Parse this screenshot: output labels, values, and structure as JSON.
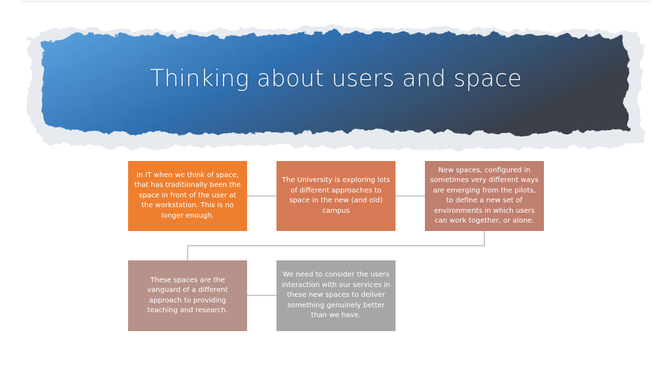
{
  "slide": {
    "title": "Thinking about users and space"
  },
  "colors": {
    "banner_gradient": [
      "#5ba3df",
      "#2f6fb0",
      "#3a3f4a"
    ],
    "box_1": "#ee7f2f",
    "box_2": "#d57a55",
    "box_3": "#c08070",
    "box_4": "#b7928a",
    "box_5": "#a6a6a6",
    "connector": "#9a9a9a"
  },
  "process": {
    "steps": [
      {
        "text": "In IT when we think of space, that has traditionally been the space in front of the user at the workstation. This is no longer enough."
      },
      {
        "text": "The University is exploring lots of different approaches to space in the new (and old) campus"
      },
      {
        "text": "New spaces, configured in sometimes very different ways are emerging from the pilots, to define a new set of environments in which users can work together, or alone."
      },
      {
        "text": "These spaces are the vanguard of a different approach to providing teaching and research."
      },
      {
        "text": "We need to consider the users interaction with our services in these new spaces to deliver something genuinely better than we have."
      }
    ]
  }
}
